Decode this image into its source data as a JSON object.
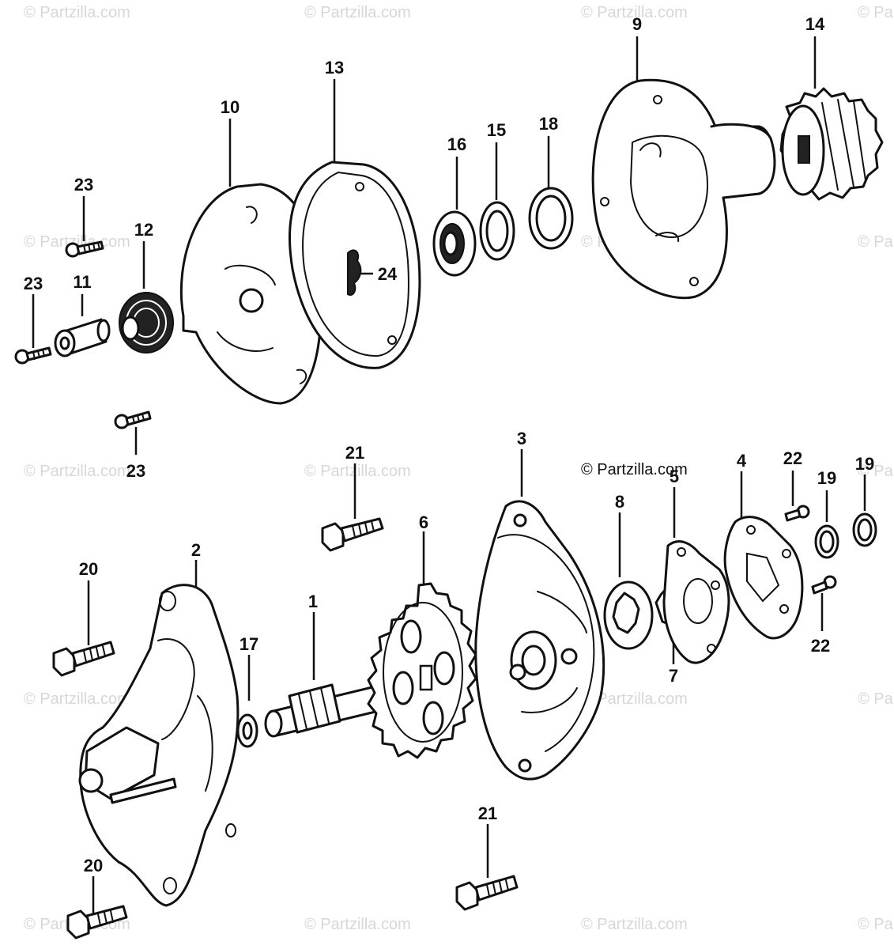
{
  "copyright": "© Partzilla.com",
  "watermark": "© Partzilla.com",
  "callouts": [
    {
      "id": "c1",
      "text": "1"
    },
    {
      "id": "c2",
      "text": "2"
    },
    {
      "id": "c3",
      "text": "3"
    },
    {
      "id": "c4",
      "text": "4"
    },
    {
      "id": "c5",
      "text": "5"
    },
    {
      "id": "c6",
      "text": "6"
    },
    {
      "id": "c7",
      "text": "7"
    },
    {
      "id": "c8",
      "text": "8"
    },
    {
      "id": "c9",
      "text": "9"
    },
    {
      "id": "c10",
      "text": "10"
    },
    {
      "id": "c11",
      "text": "11"
    },
    {
      "id": "c12",
      "text": "12"
    },
    {
      "id": "c13",
      "text": "13"
    },
    {
      "id": "c14",
      "text": "14"
    },
    {
      "id": "c15",
      "text": "15"
    },
    {
      "id": "c16",
      "text": "16"
    },
    {
      "id": "c17",
      "text": "17"
    },
    {
      "id": "c18",
      "text": "18"
    },
    {
      "id": "c19a",
      "text": "19"
    },
    {
      "id": "c19b",
      "text": "19"
    },
    {
      "id": "c20a",
      "text": "20"
    },
    {
      "id": "c20b",
      "text": "20"
    },
    {
      "id": "c21a",
      "text": "21"
    },
    {
      "id": "c21b",
      "text": "21"
    },
    {
      "id": "c22a",
      "text": "22"
    },
    {
      "id": "c22b",
      "text": "22"
    },
    {
      "id": "c23a",
      "text": "23"
    },
    {
      "id": "c23b",
      "text": "23"
    },
    {
      "id": "c23c",
      "text": "23"
    },
    {
      "id": "c24",
      "text": "24"
    }
  ]
}
